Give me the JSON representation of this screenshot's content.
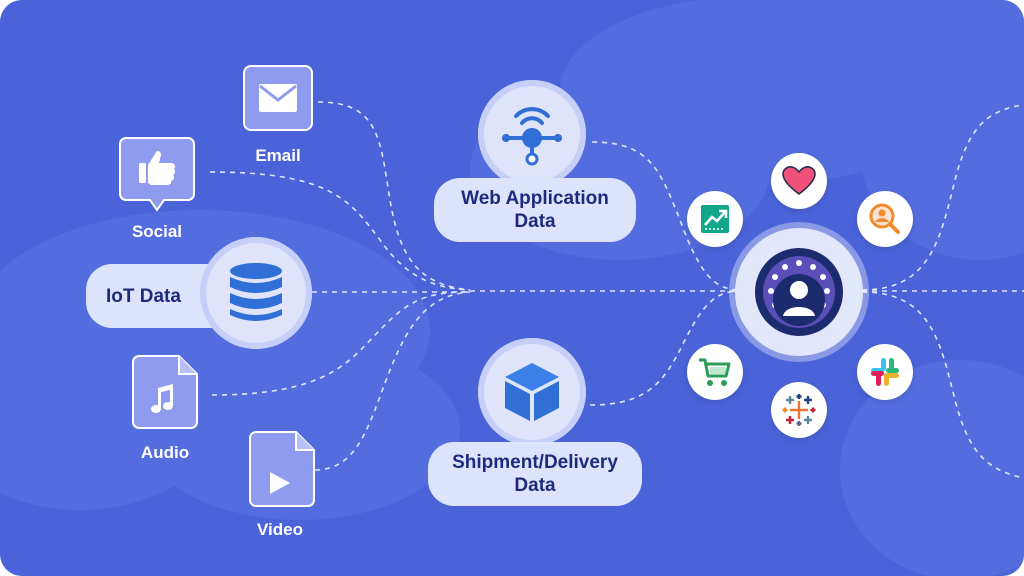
{
  "sources": {
    "email": "Email",
    "social": "Social",
    "iot": "IoT Data",
    "audio": "Audio",
    "video": "Video"
  },
  "pipelines": {
    "web_line1": "Web Application",
    "web_line2": "Data",
    "ship_line1": "Shipment/Delivery",
    "ship_line2": "Data"
  },
  "colors": {
    "background": "#4a63d8",
    "pill": "#dde3fb",
    "pill_text": "#1e2b7c",
    "icon_blue": "#2f6fd6",
    "hub_ring": "#5a4fb8"
  },
  "icons": [
    "mail-icon",
    "thumbs-up-icon",
    "database-icon",
    "music-file-icon",
    "video-file-icon",
    "network-icon",
    "box-icon",
    "person-hub-icon",
    "chart-icon",
    "heart-icon",
    "search-person-icon",
    "cart-icon",
    "tableau-icon",
    "slack-icon"
  ]
}
